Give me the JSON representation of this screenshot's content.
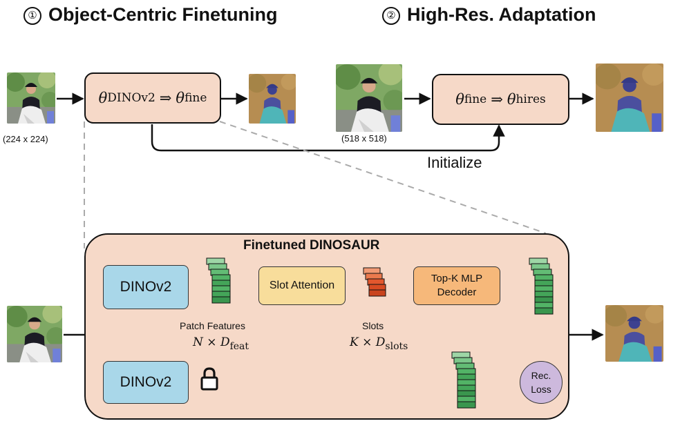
{
  "headings": {
    "finetuning": {
      "number": "①",
      "title": "Object-Centric Finetuning"
    },
    "adaptation": {
      "number": "②",
      "title": "High-Res. Adaptation"
    }
  },
  "input_sizes": {
    "low": "(224 x 224)",
    "high": "(518 x 518)"
  },
  "stage1": {
    "theta": "θ",
    "from_sub": "DINOv2",
    "arrow": "⇒",
    "to_sub": "fine"
  },
  "stage2": {
    "theta": "θ",
    "from_sub": "fine",
    "arrow": "⇒",
    "to_sub": "hires"
  },
  "initialize_label": "Initialize",
  "detail": {
    "title": "Finetuned DINOSAUR",
    "encoder_label": "DINOv2",
    "frozen_encoder_label": "DINOv2",
    "slot_attention_label": "Slot Attention",
    "decoder_label": "Top-K MLP\nDecoder",
    "loss_label": "Rec.\nLoss",
    "patch_features_label": "Patch Features",
    "patch_math": {
      "n": "N",
      "times": "×",
      "d": "D",
      "sub": "feat"
    },
    "slots_label": "Slots",
    "slots_math": {
      "k": "K",
      "times": "×",
      "d": "D",
      "sub": "slots"
    }
  },
  "icons": [
    "lock-icon",
    "photo-thumbnail",
    "segmentation-thumbnail",
    "feature-stack-icon",
    "slot-stack-icon"
  ],
  "colors": {
    "stage_fill": "#f6d9c8",
    "encoder_fill": "#a9d7e9",
    "slot_attention_fill": "#f8dd9b",
    "decoder_fill": "#f6b87a",
    "loss_fill": "#cdb9dd",
    "feature_green": "#52b366",
    "slot_orange": "#e2572d"
  }
}
